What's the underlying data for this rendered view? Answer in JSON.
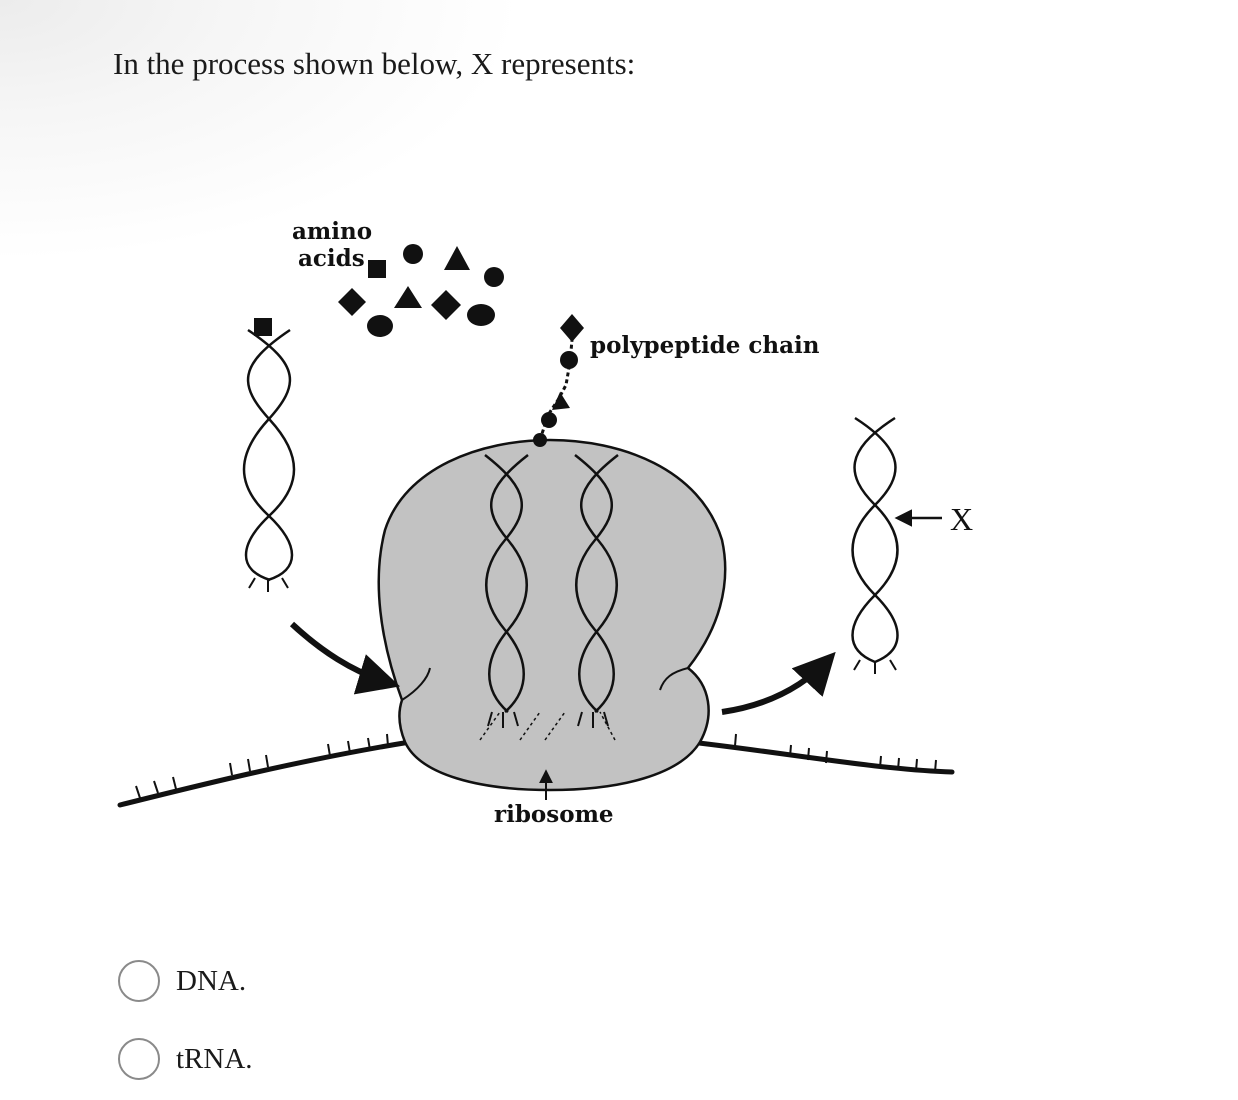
{
  "question": {
    "text": "In the process shown below, X represents:"
  },
  "diagram": {
    "labels": {
      "amino_line1": "amino",
      "amino_line2": "acids",
      "polypeptide": "polypeptide chain",
      "ribosome": "ribosome",
      "x_marker": "X"
    }
  },
  "options": [
    {
      "label": "DNA."
    },
    {
      "label": "tRNA."
    }
  ]
}
